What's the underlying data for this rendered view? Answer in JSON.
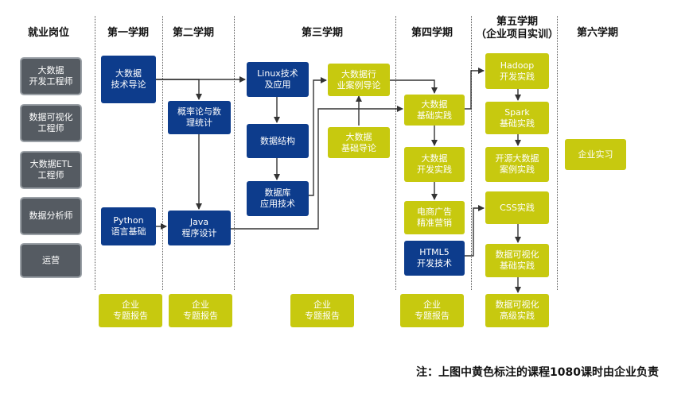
{
  "headers": {
    "positions": "就业岗位",
    "sem1": "第一学期",
    "sem2": "第二学期",
    "sem3": "第三学期",
    "sem4": "第四学期",
    "sem5": "第五学期\n（企业项目实训）",
    "sem6": "第六学期"
  },
  "jobs": [
    "大数据\n开发工程师",
    "数据可视化\n工程师",
    "大数据ETL\n工程师",
    "数据分析师",
    "运营"
  ],
  "courses": {
    "bigdata_intro": "大数据\n技术导论",
    "python": "Python\n语言基础",
    "prob_stats": "概率论与数\n理统计",
    "java": "Java\n程序设计",
    "linux": "Linux技术\n及应用",
    "data_structure": "数据结构",
    "database": "数据库\n应用技术",
    "industry_case": "大数据行\n业案例导论",
    "bigdata_basic_intro": "大数据\n基础导论",
    "bigdata_basic_practice": "大数据\n基础实践",
    "bigdata_dev_practice": "大数据\n开发实践",
    "ecommerce": "电商广告\n精准营销",
    "html5": "HTML5\n开发技术",
    "hadoop": "Hadoop\n开发实践",
    "spark": "Spark\n基础实践",
    "opensource": "开源大数据\n案例实践",
    "css": "CSS实践",
    "vis_basic": "数据可视化\n基础实践",
    "vis_advanced": "数据可视化\n高级实践",
    "internship": "企业实习"
  },
  "reports": [
    "企业\n专题报告",
    "企业\n专题报告",
    "企业\n专题报告",
    "企业\n专题报告"
  ],
  "note": "注：上图中黄色标注的课程1080课时由企业负责",
  "colors": {
    "blue": "#0d3c8c",
    "yellow": "#c7c90f",
    "grey": "#555b62"
  }
}
